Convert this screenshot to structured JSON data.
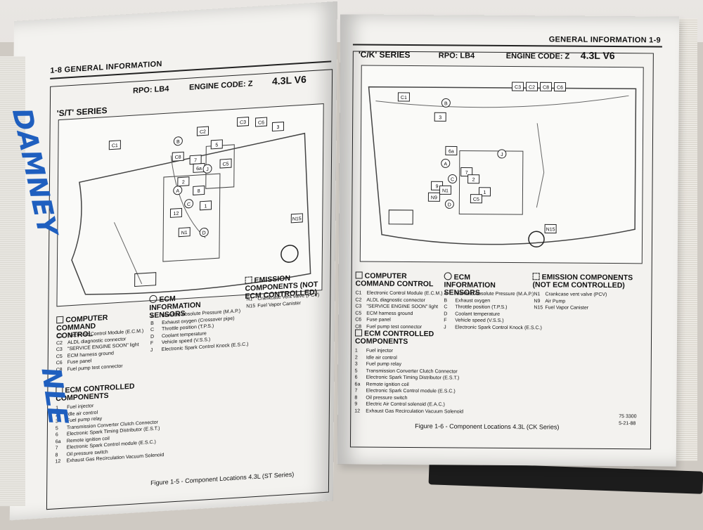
{
  "handwriting": {
    "top": "DAMNEY",
    "bottom": "NLE"
  },
  "left_page": {
    "header": "1-8 GENERAL INFORMATION",
    "engine": {
      "rpo": "RPO: LB4",
      "code": "ENGINE CODE: Z",
      "size": "4.3L V6"
    },
    "series": "'S/T' SERIES",
    "computer_command": {
      "title": "COMPUTER COMMAND CONTROL",
      "items": [
        {
          "code": "C1",
          "text": "Electronic Control Module (E.C.M.)"
        },
        {
          "code": "C2",
          "text": "ALDL diagnostic connector"
        },
        {
          "code": "C3",
          "text": "\"SERVICE ENGINE SOON\" light"
        },
        {
          "code": "C5",
          "text": "ECM harness ground"
        },
        {
          "code": "C6",
          "text": "Fuse panel"
        },
        {
          "code": "C8",
          "text": "Fuel pump test connector"
        }
      ]
    },
    "ecm_info": {
      "title": "ECM INFORMATION SENSORS",
      "items": [
        {
          "code": "A",
          "text": "Manifold Absolute Pressure (M.A.P.)"
        },
        {
          "code": "B",
          "text": "Exhaust oxygen (Crossover pipe)"
        },
        {
          "code": "C",
          "text": "Throttle position (T.P.S.)"
        },
        {
          "code": "D",
          "text": "Coolant temperature"
        },
        {
          "code": "F",
          "text": "Vehicle speed (V.S.S.)"
        },
        {
          "code": "J",
          "text": "Electronic Spark Control Knock (E.S.C.)"
        }
      ]
    },
    "emission": {
      "title": "EMISSION COMPONENTS (NOT ECM CONTROLLED)",
      "items": [
        {
          "code": "N1",
          "text": "Crankcase vent valve (PCV)"
        },
        {
          "code": "N15",
          "text": "Fuel Vapor Canister"
        }
      ]
    },
    "ecm_controlled": {
      "title": "ECM CONTROLLED COMPONENTS",
      "items": [
        {
          "code": "1",
          "text": "Fuel injector"
        },
        {
          "code": "2",
          "text": "Idle air control"
        },
        {
          "code": "3",
          "text": "Fuel pump relay"
        },
        {
          "code": "5",
          "text": "Transmission Converter Clutch Connector"
        },
        {
          "code": "6",
          "text": "Electronic Spark Timing Distributor (E.S.T.)"
        },
        {
          "code": "6a",
          "text": "Remote ignition coil"
        },
        {
          "code": "7",
          "text": "Electronic Spark Control module (E.S.C.)"
        },
        {
          "code": "8",
          "text": "Oil pressure switch"
        },
        {
          "code": "12",
          "text": "Exhaust Gas Recirculation Vacuum Solenoid"
        }
      ]
    },
    "caption": "Figure 1-5 - Component Locations 4.3L (ST Series)"
  },
  "right_page": {
    "header": "GENERAL INFORMATION 1-9",
    "engine": {
      "rpo": "RPO: LB4",
      "code": "ENGINE CODE: Z",
      "size": "4.3L V6"
    },
    "series": "'C/K' SERIES",
    "computer_command": {
      "title": "COMPUTER COMMAND CONTROL",
      "items": [
        {
          "code": "C1",
          "text": "Electronic Control Module (E.C.M.)"
        },
        {
          "code": "C2",
          "text": "ALDL diagnostic connector"
        },
        {
          "code": "C3",
          "text": "\"SERVICE ENGINE SOON\" light"
        },
        {
          "code": "C5",
          "text": "ECM harness ground"
        },
        {
          "code": "C6",
          "text": "Fuse panel"
        },
        {
          "code": "C8",
          "text": "Fuel pump test connector"
        }
      ]
    },
    "ecm_info": {
      "title": "ECM INFORMATION SENSORS",
      "items": [
        {
          "code": "A",
          "text": "Manifold Absolute Pressure (M.A.P.)"
        },
        {
          "code": "B",
          "text": "Exhaust oxygen"
        },
        {
          "code": "C",
          "text": "Throttle position (T.P.S.)"
        },
        {
          "code": "D",
          "text": "Coolant temperature"
        },
        {
          "code": "F",
          "text": "Vehicle speed (V.S.S.)"
        },
        {
          "code": "J",
          "text": "Electronic Spark Control Knock (E.S.C.)"
        }
      ]
    },
    "emission": {
      "title": "EMISSION COMPONENTS (NOT ECM CONTROLLED)",
      "items": [
        {
          "code": "N1",
          "text": "Crankcase vent valve (PCV)"
        },
        {
          "code": "N9",
          "text": "Air Pump"
        },
        {
          "code": "N15",
          "text": "Fuel Vapor Canister"
        }
      ]
    },
    "ecm_controlled": {
      "title": "ECM CONTROLLED COMPONENTS",
      "items": [
        {
          "code": "1",
          "text": "Fuel injector"
        },
        {
          "code": "2",
          "text": "Idle air control"
        },
        {
          "code": "3",
          "text": "Fuel pump relay"
        },
        {
          "code": "5",
          "text": "Transmission Converter Clutch Connector"
        },
        {
          "code": "6",
          "text": "Electronic Spark Timing Distributor (E.S.T.)"
        },
        {
          "code": "6a",
          "text": "Remote ignition coil"
        },
        {
          "code": "7",
          "text": "Electronic Spark Control module (E.S.C.)"
        },
        {
          "code": "8",
          "text": "Oil pressure switch"
        },
        {
          "code": "9",
          "text": "Electric Air Control solenoid (E.A.C.)"
        },
        {
          "code": "12",
          "text": "Exhaust Gas Recirculation Vacuum Solenoid"
        }
      ]
    },
    "ref": "75 3300",
    "date": "5-21-88",
    "caption": "Figure 1-6 - Component Locations 4.3L (CK Series)"
  },
  "diagram_labels": {
    "left": [
      "C1",
      "C2",
      "C3",
      "C6",
      "3",
      "B",
      "5",
      "C8",
      "7",
      "6a",
      "J",
      "C5",
      "A",
      "2",
      "8",
      "C",
      "1",
      "12",
      "N1",
      "D",
      "N15"
    ],
    "right": [
      "C1",
      "C3",
      "C2",
      "C8",
      "C6",
      "B",
      "3",
      "6a",
      "A",
      "J",
      "7",
      "C",
      "2",
      "1",
      "9",
      "N1",
      "N9",
      "D",
      "C5",
      "N15"
    ]
  }
}
